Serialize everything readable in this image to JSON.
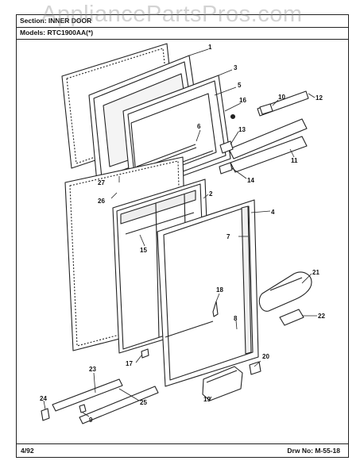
{
  "header": {
    "section_label": "Section:",
    "section_value": "INNER DOOR",
    "model_label": "Models:",
    "model_value": "RTC1900AA(*)"
  },
  "watermark": "AppliancePartsPros.com",
  "footer": {
    "date": "4/92",
    "drawing_number": "Drw No: M-55-18"
  },
  "callouts": [
    "1",
    "2",
    "3",
    "4",
    "5",
    "6",
    "7",
    "8",
    "9",
    "10",
    "11",
    "12",
    "13",
    "14",
    "15",
    "16",
    "17",
    "18",
    "19",
    "20",
    "21",
    "22",
    "23",
    "24",
    "25",
    "26",
    "27"
  ]
}
